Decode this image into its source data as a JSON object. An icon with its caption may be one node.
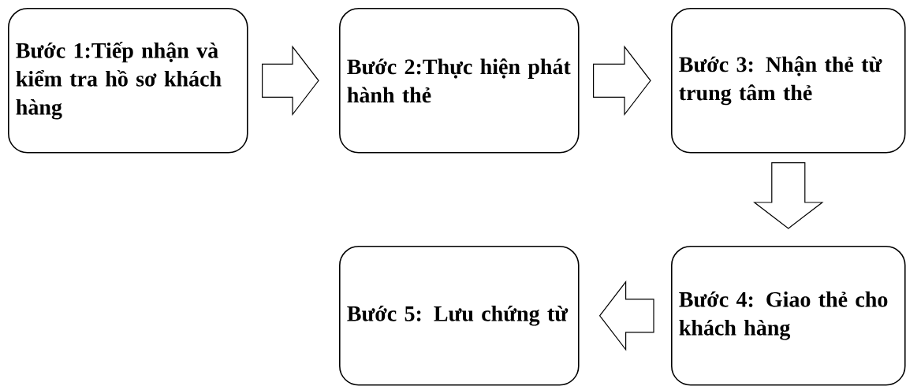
{
  "diagram": {
    "nodes": [
      {
        "text": [
          "Bước 1:Tiếp nhận và kiểm tra hồ sơ khách hàng"
        ]
      },
      {
        "text": [
          "Bước 2:Thực hiện phát hành thẻ"
        ]
      },
      {
        "text": [
          "Bước 3: Nhận thẻ từ trung tâm thẻ"
        ]
      },
      {
        "text": [
          "Bước 4: Giao thẻ cho khách hàng"
        ]
      },
      {
        "text": [
          "Bước 5: Lưu chứng từ"
        ]
      }
    ],
    "edges": [
      {
        "from": 0,
        "to": 1,
        "arrow": "to"
      },
      {
        "from": 1,
        "to": 2,
        "arrow": "to"
      },
      {
        "from": 2,
        "to": 3,
        "arrow": "to"
      },
      {
        "from": 3,
        "to": 4,
        "arrow": "to"
      }
    ]
  }
}
